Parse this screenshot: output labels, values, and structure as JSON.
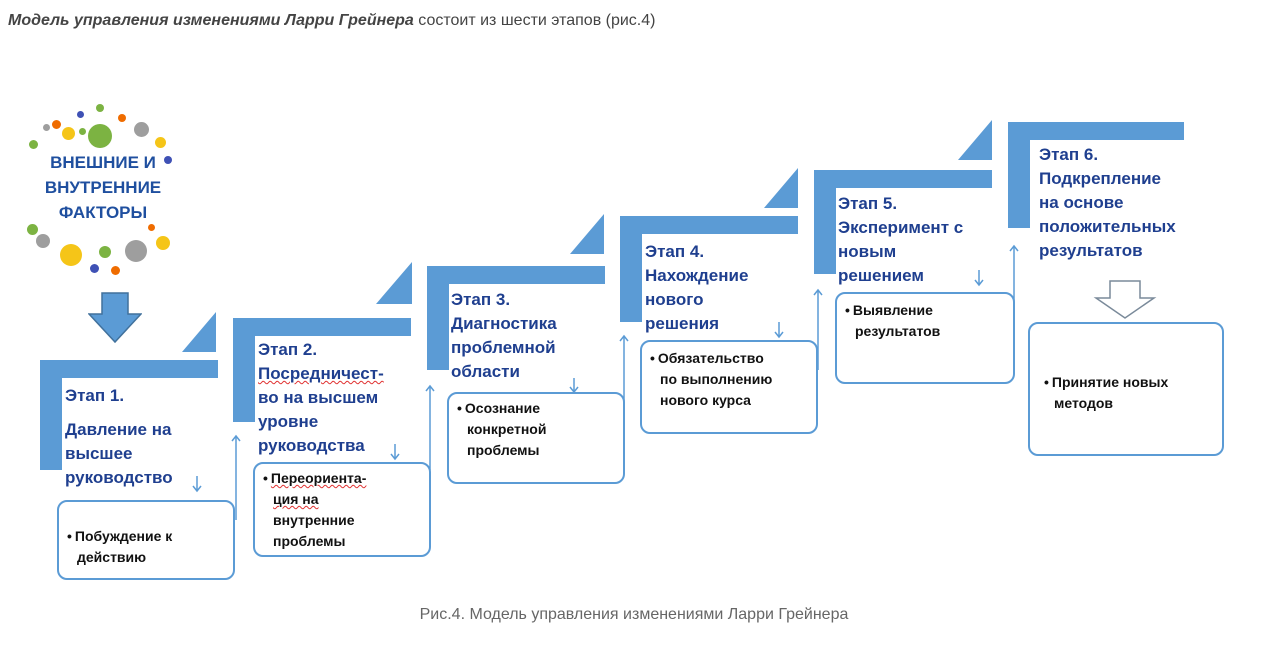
{
  "intro": {
    "bold_part": "Модель управления изменениями Ларри Грейнера",
    "rest": " состоит из шести этапов (рис.4)"
  },
  "factors": {
    "line1": "ВНЕШНИЕ И",
    "line2": "ВНУТРЕННИЕ",
    "line3": "ФАКТОРЫ"
  },
  "steps": [
    {
      "label": "Этап 1.",
      "lines": [
        "Давление на",
        "высшее",
        "руководство"
      ],
      "note": [
        "Побуждение к",
        "действию"
      ]
    },
    {
      "label": "Этап 2.",
      "lines": [
        "Посредничест-",
        "во на высшем",
        "уровне",
        "руководства"
      ],
      "note": [
        "Переориента-",
        "ция на",
        "внутренние",
        "проблемы"
      ]
    },
    {
      "label": "Этап 3.",
      "lines": [
        "Диагностика",
        "проблемной",
        "области"
      ],
      "note": [
        "Осознание",
        "конкретной",
        "проблемы"
      ]
    },
    {
      "label": "Этап 4.",
      "lines": [
        "Нахождение",
        "нового",
        "решения"
      ],
      "note": [
        "Обязательство",
        "по выполнению",
        "нового курса"
      ]
    },
    {
      "label": "Этап 5.",
      "lines": [
        "Эксперимент с",
        "новым",
        "решением"
      ],
      "note": [
        "Выявление",
        "результатов"
      ]
    },
    {
      "label": "Этап 6.",
      "lines": [
        "Подкрепление",
        "на основе",
        "положительных",
        "результатов"
      ],
      "note": [
        "Принятие новых",
        "методов"
      ]
    }
  ],
  "caption": "Рис.4. Модель управления изменениями Ларри Грейнера",
  "colors": {
    "stair": "#5b9bd5",
    "title": "#1f3f8f",
    "factors_title": "#1f4f9f",
    "dots": [
      "#f5c518",
      "#7cb342",
      "#9e9e9e",
      "#ef6c00",
      "#3f51b5"
    ]
  }
}
